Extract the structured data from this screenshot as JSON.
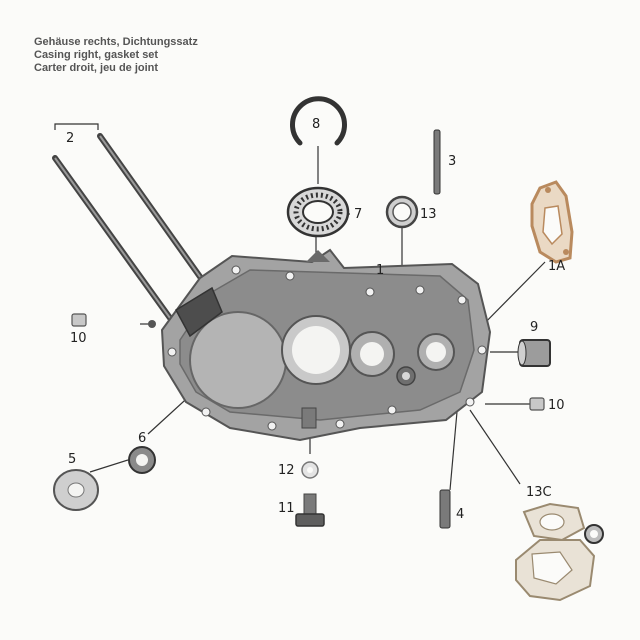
{
  "header": {
    "title_de": "Gehäuse rechts, Dichtungssatz",
    "title_en": "Casing right, gasket set",
    "title_fr": "Carter droit, jeu de joint"
  },
  "callouts": [
    {
      "id": "2",
      "text": "2"
    },
    {
      "id": "8",
      "text": "8"
    },
    {
      "id": "3",
      "text": "3"
    },
    {
      "id": "7",
      "text": "7"
    },
    {
      "id": "13",
      "text": "13"
    },
    {
      "id": "1A",
      "text": "1A"
    },
    {
      "id": "1",
      "text": "1"
    },
    {
      "id": "10a",
      "text": "10"
    },
    {
      "id": "9",
      "text": "9"
    },
    {
      "id": "10b",
      "text": "10"
    },
    {
      "id": "6",
      "text": "6"
    },
    {
      "id": "5",
      "text": "5"
    },
    {
      "id": "12",
      "text": "12"
    },
    {
      "id": "13C",
      "text": "13C"
    },
    {
      "id": "11",
      "text": "11"
    },
    {
      "id": "4",
      "text": "4"
    }
  ],
  "colors": {
    "line": "#333333",
    "casing": "#8f8f8f",
    "casing_dark": "#5e5e5e",
    "gasket": "#b98a5e"
  }
}
